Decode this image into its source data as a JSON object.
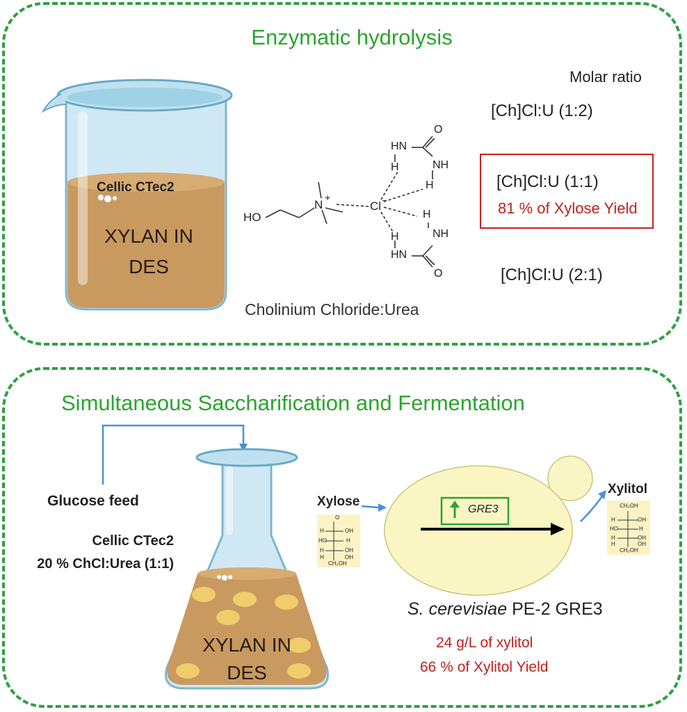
{
  "top_panel": {
    "title": "Enzymatic hydrolysis",
    "beaker": {
      "enzyme_label": "Cellic CTec2",
      "content_line1": "XYLAN IN",
      "content_line2": "DES"
    },
    "molar_ratio_heading": "Molar ratio",
    "ratios": [
      "[Ch]Cl:U (1:2)",
      "[Ch]Cl:U (1:1)",
      "[Ch]Cl:U (2:1)"
    ],
    "highlight_yield": "81 % of Xylose Yield",
    "molecule_caption": "Cholinium Chloride:Urea",
    "molecule_atoms": {
      "ho": "HO",
      "n": "N",
      "plus": "+",
      "cl": "Cl",
      "minus": "−",
      "hn_top": "HN",
      "nh_top": "NH",
      "h1": "H",
      "h2": "H",
      "h3": "H",
      "h4": "H",
      "nh_bot": "NH",
      "hn_bot": "HN",
      "o_top": "O",
      "o_bot": "O"
    }
  },
  "bottom_panel": {
    "title": "Simultaneous Saccharification and Fermentation",
    "glucose_feed": "Glucose feed",
    "enzyme": "Cellic CTec2",
    "solvent": "20 % ChCl:Urea (1:1)",
    "flask": {
      "content_line1": "XYLAN IN",
      "content_line2": "DES"
    },
    "xylose_label": "Xylose",
    "xylitol_label": "Xylitol",
    "gene_label": "GRE3",
    "organism_italic": "S. cerevisiae",
    "organism_strain": " PE-2 GRE3",
    "result_1": "24 g/L of xylitol",
    "result_2": "66 % of Xylitol Yield",
    "xylose_struct": [
      "O",
      "H",
      "OH",
      "HO",
      "H",
      "H",
      "OH",
      "H",
      "OH",
      "CH₂OH"
    ],
    "xylitol_struct": [
      "CH₂OH",
      "H",
      "OH",
      "HO",
      "H",
      "H",
      "OH",
      "H",
      "OH",
      "CH₂OH"
    ]
  },
  "colors": {
    "panel_border": "#2ea043",
    "title": "#2aa52e",
    "highlight": "#c0221c",
    "arrow_blue": "#4a90d9"
  }
}
